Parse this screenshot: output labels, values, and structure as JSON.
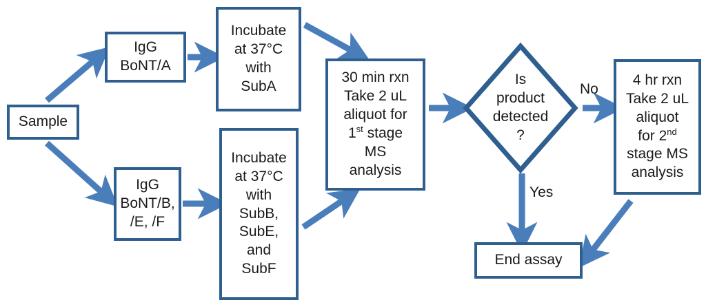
{
  "diagram": {
    "title": "BoNT immunoassay MS workflow flowchart",
    "colors": {
      "node_border": "#2e5f8f",
      "arrow": "#4a7ebb",
      "node_fill": "#ffffff",
      "text": "#1a1a1a",
      "background": "#ffffff"
    },
    "nodes": {
      "sample": {
        "label": "Sample"
      },
      "igg_a": {
        "line1": "IgG",
        "line2": "BoNT/A"
      },
      "igg_bef": {
        "line1": "IgG",
        "line2": "BoNT/B,",
        "line3": "/E, /F"
      },
      "incubate_a": {
        "line1": "Incubate",
        "line2": "at 37°C",
        "line3": "with",
        "line4": "SubA"
      },
      "incubate_bef": {
        "line1": "Incubate",
        "line2": "at 37°C",
        "line3": "with",
        "line4": "SubB,",
        "line5": "SubE,",
        "line6": "and",
        "line7": "SubF"
      },
      "first_stage": {
        "line1": "30 min rxn",
        "line2": "Take 2 uL",
        "line3": "aliquot for",
        "line4_pre": "1",
        "line4_sup": "st",
        "line4_post": " stage",
        "line5": "MS",
        "line6": "analysis"
      },
      "decision": {
        "line1": "Is",
        "line2": "product",
        "line3": "detected",
        "line4": "?"
      },
      "second_stage": {
        "line1": "4 hr rxn",
        "line2": "Take 2 uL",
        "line3": "aliquot",
        "line4_pre": "for 2",
        "line4_sup": "nd",
        "line4_post": "",
        "line5": "stage MS",
        "line6": "analysis"
      },
      "end_assay": {
        "label": "End assay"
      }
    },
    "edge_labels": {
      "no": "No",
      "yes": "Yes"
    }
  }
}
